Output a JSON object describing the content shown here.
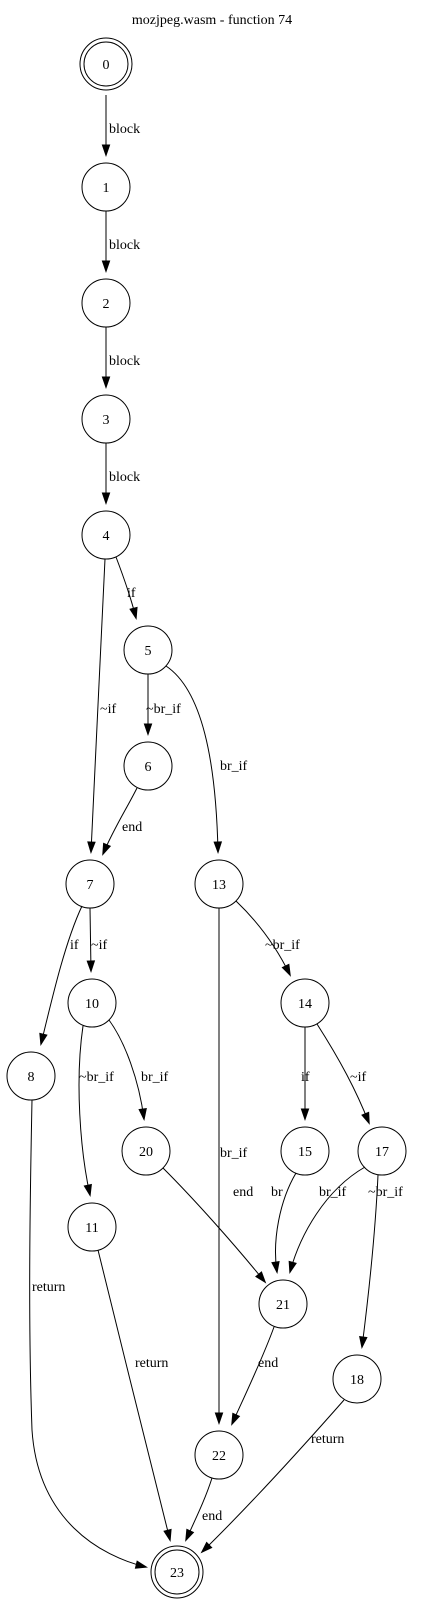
{
  "title": "mozjpeg.wasm - function 74",
  "nodes": [
    {
      "id": "0",
      "label": "0",
      "kind": "entry"
    },
    {
      "id": "1",
      "label": "1"
    },
    {
      "id": "2",
      "label": "2"
    },
    {
      "id": "3",
      "label": "3"
    },
    {
      "id": "4",
      "label": "4"
    },
    {
      "id": "5",
      "label": "5"
    },
    {
      "id": "6",
      "label": "6"
    },
    {
      "id": "7",
      "label": "7"
    },
    {
      "id": "8",
      "label": "8"
    },
    {
      "id": "10",
      "label": "10"
    },
    {
      "id": "11",
      "label": "11"
    },
    {
      "id": "13",
      "label": "13"
    },
    {
      "id": "14",
      "label": "14"
    },
    {
      "id": "15",
      "label": "15"
    },
    {
      "id": "17",
      "label": "17"
    },
    {
      "id": "18",
      "label": "18"
    },
    {
      "id": "20",
      "label": "20"
    },
    {
      "id": "21",
      "label": "21"
    },
    {
      "id": "22",
      "label": "22"
    },
    {
      "id": "23",
      "label": "23",
      "kind": "exit"
    }
  ],
  "edges": [
    {
      "from": "0",
      "to": "1",
      "label": "block"
    },
    {
      "from": "1",
      "to": "2",
      "label": "block"
    },
    {
      "from": "2",
      "to": "3",
      "label": "block"
    },
    {
      "from": "3",
      "to": "4",
      "label": "block"
    },
    {
      "from": "4",
      "to": "5",
      "label": "if"
    },
    {
      "from": "4",
      "to": "7",
      "label": "~if"
    },
    {
      "from": "5",
      "to": "6",
      "label": "~br_if"
    },
    {
      "from": "5",
      "to": "13",
      "label": "br_if"
    },
    {
      "from": "6",
      "to": "7",
      "label": "end"
    },
    {
      "from": "7",
      "to": "8",
      "label": "if"
    },
    {
      "from": "7",
      "to": "10",
      "label": "~if"
    },
    {
      "from": "13",
      "to": "14",
      "label": "~br_if"
    },
    {
      "from": "13",
      "to": "22",
      "label": "br_if"
    },
    {
      "from": "10",
      "to": "11",
      "label": "~br_if"
    },
    {
      "from": "10",
      "to": "20",
      "label": "br_if"
    },
    {
      "from": "14",
      "to": "15",
      "label": "if"
    },
    {
      "from": "14",
      "to": "17",
      "label": "~if"
    },
    {
      "from": "8",
      "to": "23",
      "label": "return"
    },
    {
      "from": "11",
      "to": "23",
      "label": "return"
    },
    {
      "from": "20",
      "to": "21",
      "label": "end"
    },
    {
      "from": "15",
      "to": "21",
      "label": "br"
    },
    {
      "from": "17",
      "to": "21",
      "label": "br_if"
    },
    {
      "from": "17",
      "to": "18",
      "label": "~br_if"
    },
    {
      "from": "21",
      "to": "22",
      "label": "end"
    },
    {
      "from": "18",
      "to": "23",
      "label": "return"
    },
    {
      "from": "22",
      "to": "23",
      "label": "end"
    }
  ]
}
